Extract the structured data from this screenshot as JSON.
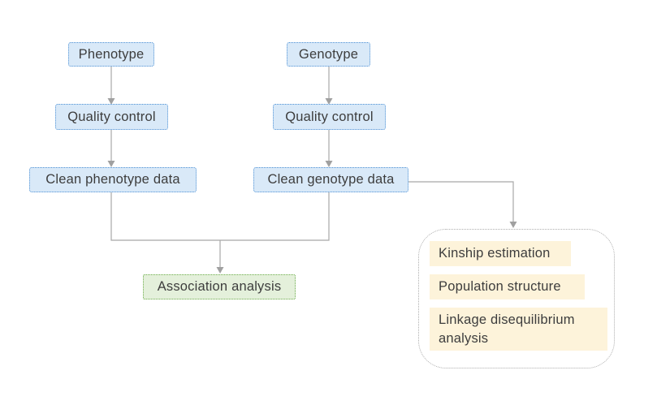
{
  "figure": {
    "type": "flowchart",
    "nodes": {
      "phenotype": "Phenotype",
      "genotype": "Genotype",
      "quality_control_left": "Quality control",
      "quality_control_right": "Quality control",
      "clean_phenotype": "Clean phenotype data",
      "clean_genotype": "Clean genotype data",
      "association": "Association analysis",
      "kinship": "Kinship estimation",
      "population_structure": "Population structure",
      "linkage_disequilibrium": "Linkage disequilibrium analysis"
    },
    "edges": [
      "Phenotype -> Quality control",
      "Quality control -> Clean phenotype data",
      "Genotype -> Quality control",
      "Quality control -> Clean genotype data",
      "Clean phenotype data + Clean genotype data -> Association analysis",
      "Clean genotype data -> analyses group"
    ],
    "colors": {
      "background": "#ffffff",
      "data_node_fill": "#d9e9f8",
      "data_node_border": "#4e91d5",
      "result_node_fill": "#e4f0db",
      "result_node_border": "#6fae4e",
      "side_node_fill": "#fdf3da",
      "group_border": "#aeaeae",
      "connector": "#a8a8a8",
      "text": "#3d3d3d"
    }
  }
}
